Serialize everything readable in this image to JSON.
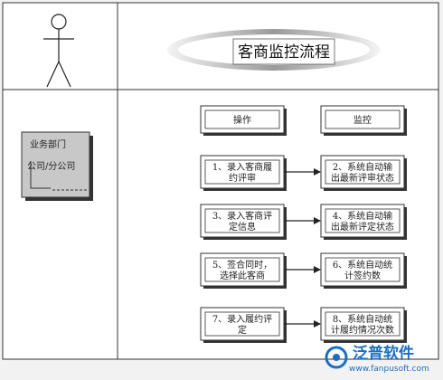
{
  "title": "客商监控流程",
  "lane": {
    "line1": "业务部门",
    "line2": "公司/分公司"
  },
  "columns": {
    "operation": "操作",
    "monitor": "监控"
  },
  "steps": [
    {
      "op": [
        "1、录入客商履",
        "约评审"
      ],
      "mon": [
        "2、系统自动输",
        "出最新评审状态"
      ]
    },
    {
      "op": [
        "3、录入客商评",
        "定信息"
      ],
      "mon": [
        "4、系统自动输",
        "出最新评定状态"
      ]
    },
    {
      "op": [
        "5、签合同时，",
        "选择此客商"
      ],
      "mon": [
        "6、系统自动统",
        "计签约数"
      ]
    },
    {
      "op": [
        "7、录入履约评",
        "定"
      ],
      "mon": [
        "8、系统自动统",
        "计履约情况次数"
      ]
    }
  ],
  "watermark": {
    "brand": "泛普软件",
    "url": "www.fanpusoft.com"
  },
  "colors": {
    "line": "#333333",
    "lane_fill": "#c8c8c8",
    "brand": "#1b6fc0"
  }
}
